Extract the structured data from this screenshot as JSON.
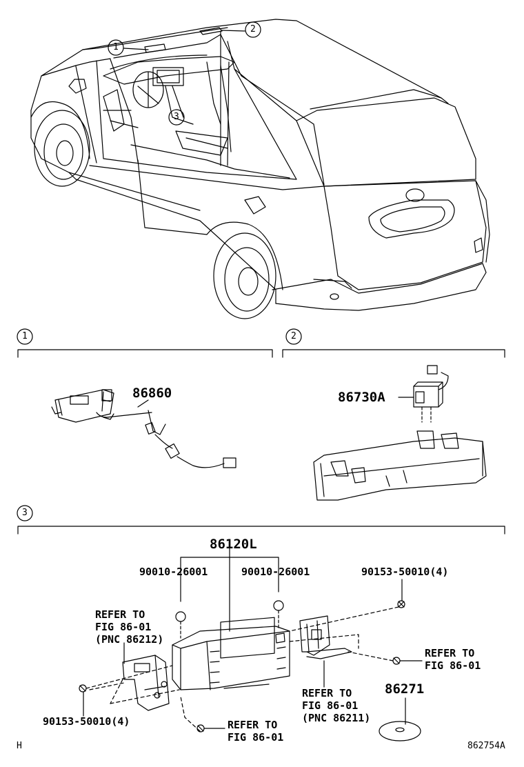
{
  "callouts": {
    "c1": "1",
    "c2": "2",
    "c3": "3"
  },
  "sections": {
    "s1": "1",
    "s2": "2",
    "s3": "3"
  },
  "parts": {
    "p86860": "86860",
    "p86730A": "86730A",
    "p86120L": "86120L",
    "bolt_left": "90010-26001",
    "bolt_right": "90010-26001",
    "screw_top": "90153-50010(4)",
    "screw_bottom": "90153-50010(4)",
    "disc": "86271"
  },
  "refers": {
    "r_left": "REFER TO\nFIG 86-01\n(PNC 86212)",
    "r_right_top": "REFER TO\nFIG 86-01",
    "r_mid": "REFER TO\nFIG 86-01\n(PNC 86211)",
    "r_bottom": "REFER TO\nFIG 86-01"
  },
  "footer": {
    "left": "H",
    "right": "862754A"
  }
}
